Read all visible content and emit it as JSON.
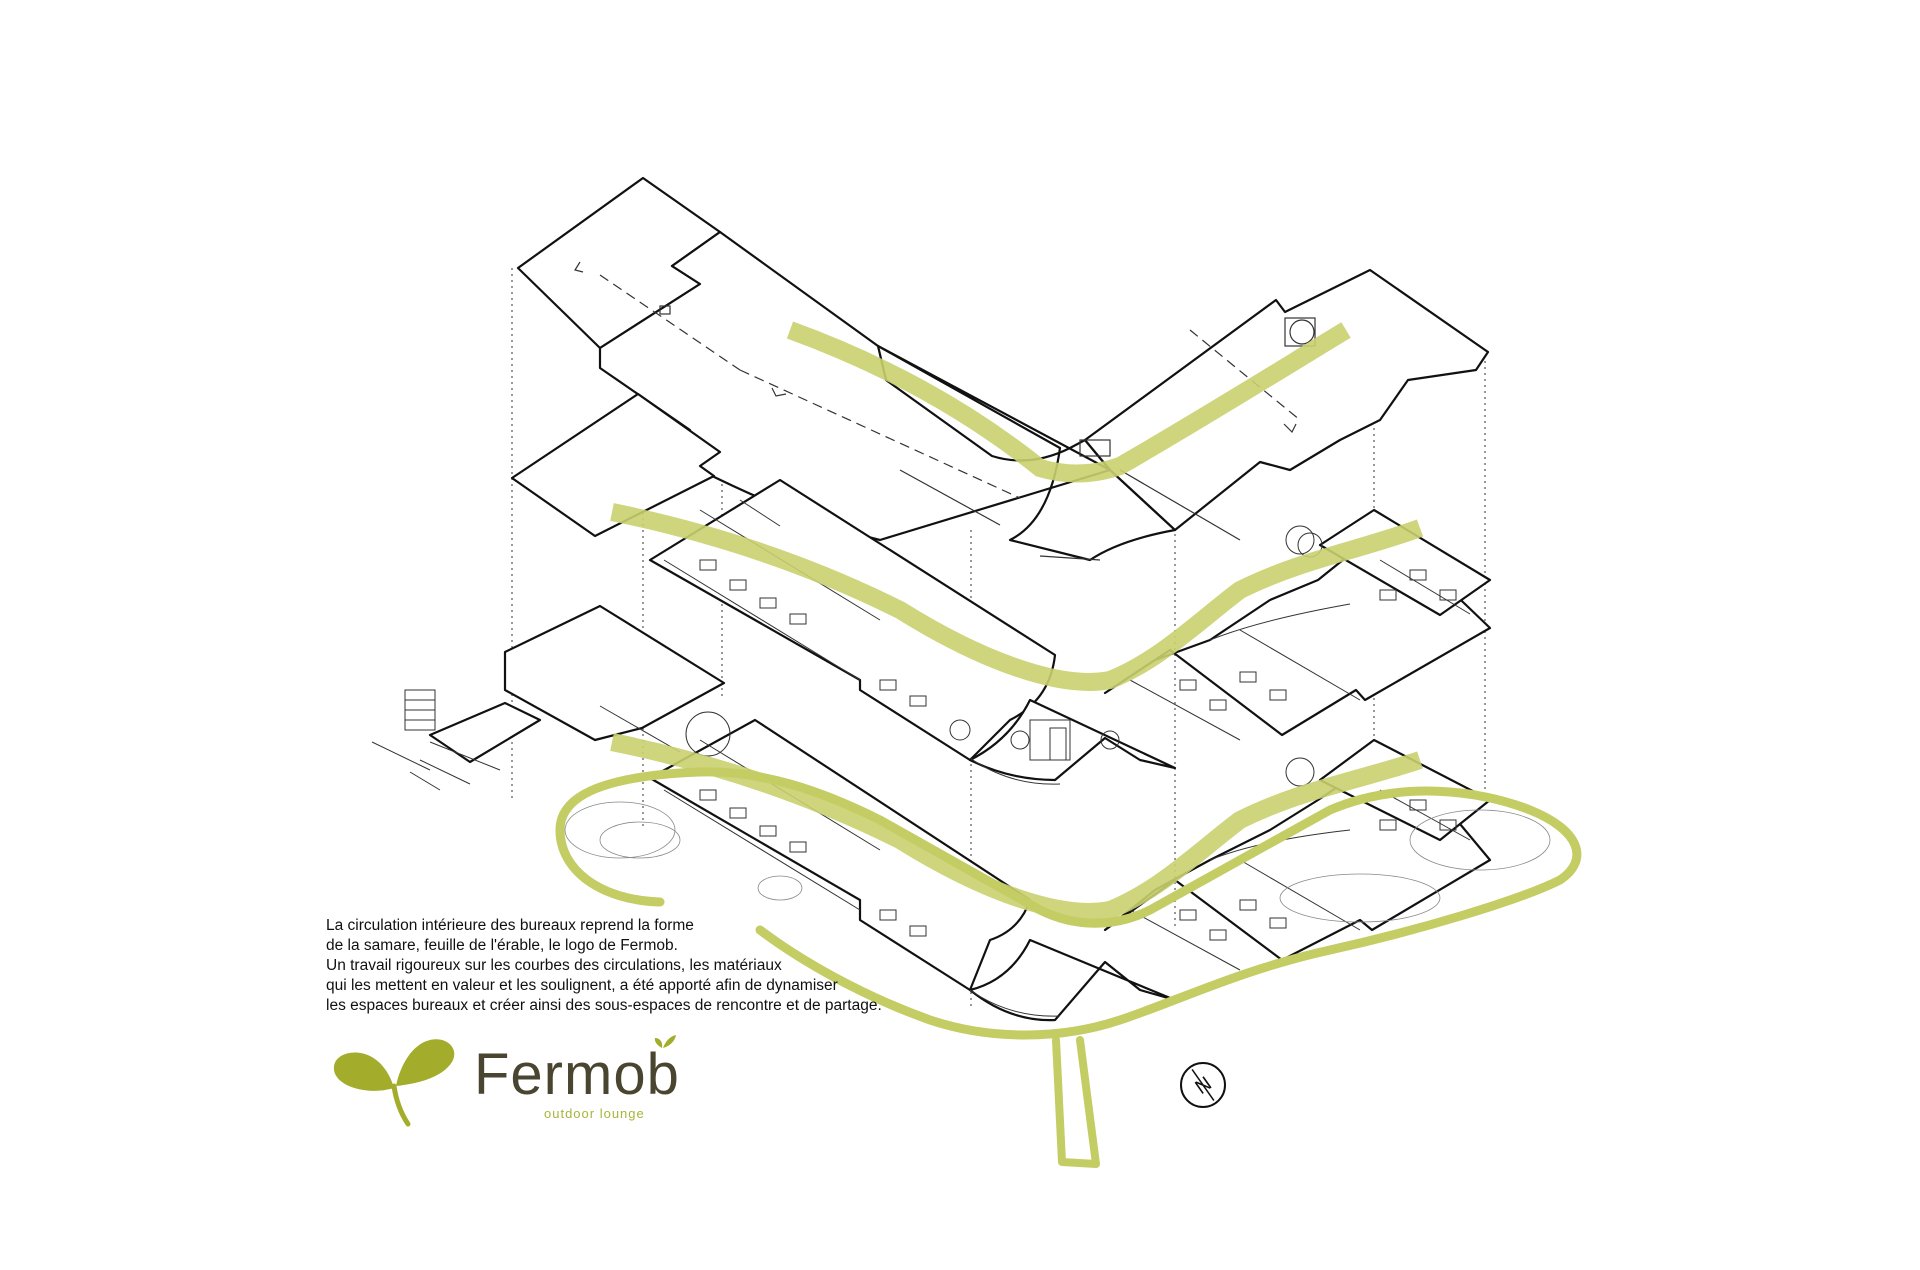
{
  "caption": {
    "lines": [
      "La circulation intérieure des bureaux reprend la forme",
      "de la samare, feuille de l'érable, le logo de Fermob.",
      "Un travail rigoureux sur les courbes des circulations, les matériaux",
      "qui les mettent en valeur et les soulignent, a été apporté afin de dynamiser",
      "les espaces bureaux et créer ainsi des sous-espaces de rencontre et de partage."
    ]
  },
  "logo": {
    "wordmark": "Fermob",
    "tagline": "outdoor lounge",
    "leaf_color": "#a3ad2b",
    "text_color": "#4a4531"
  },
  "north_arrow": {
    "label": "N"
  },
  "colors": {
    "lines": "#111111",
    "circulation": "#c4cc64",
    "circulation_fill": "#d8dd8c",
    "background": "#ffffff"
  }
}
